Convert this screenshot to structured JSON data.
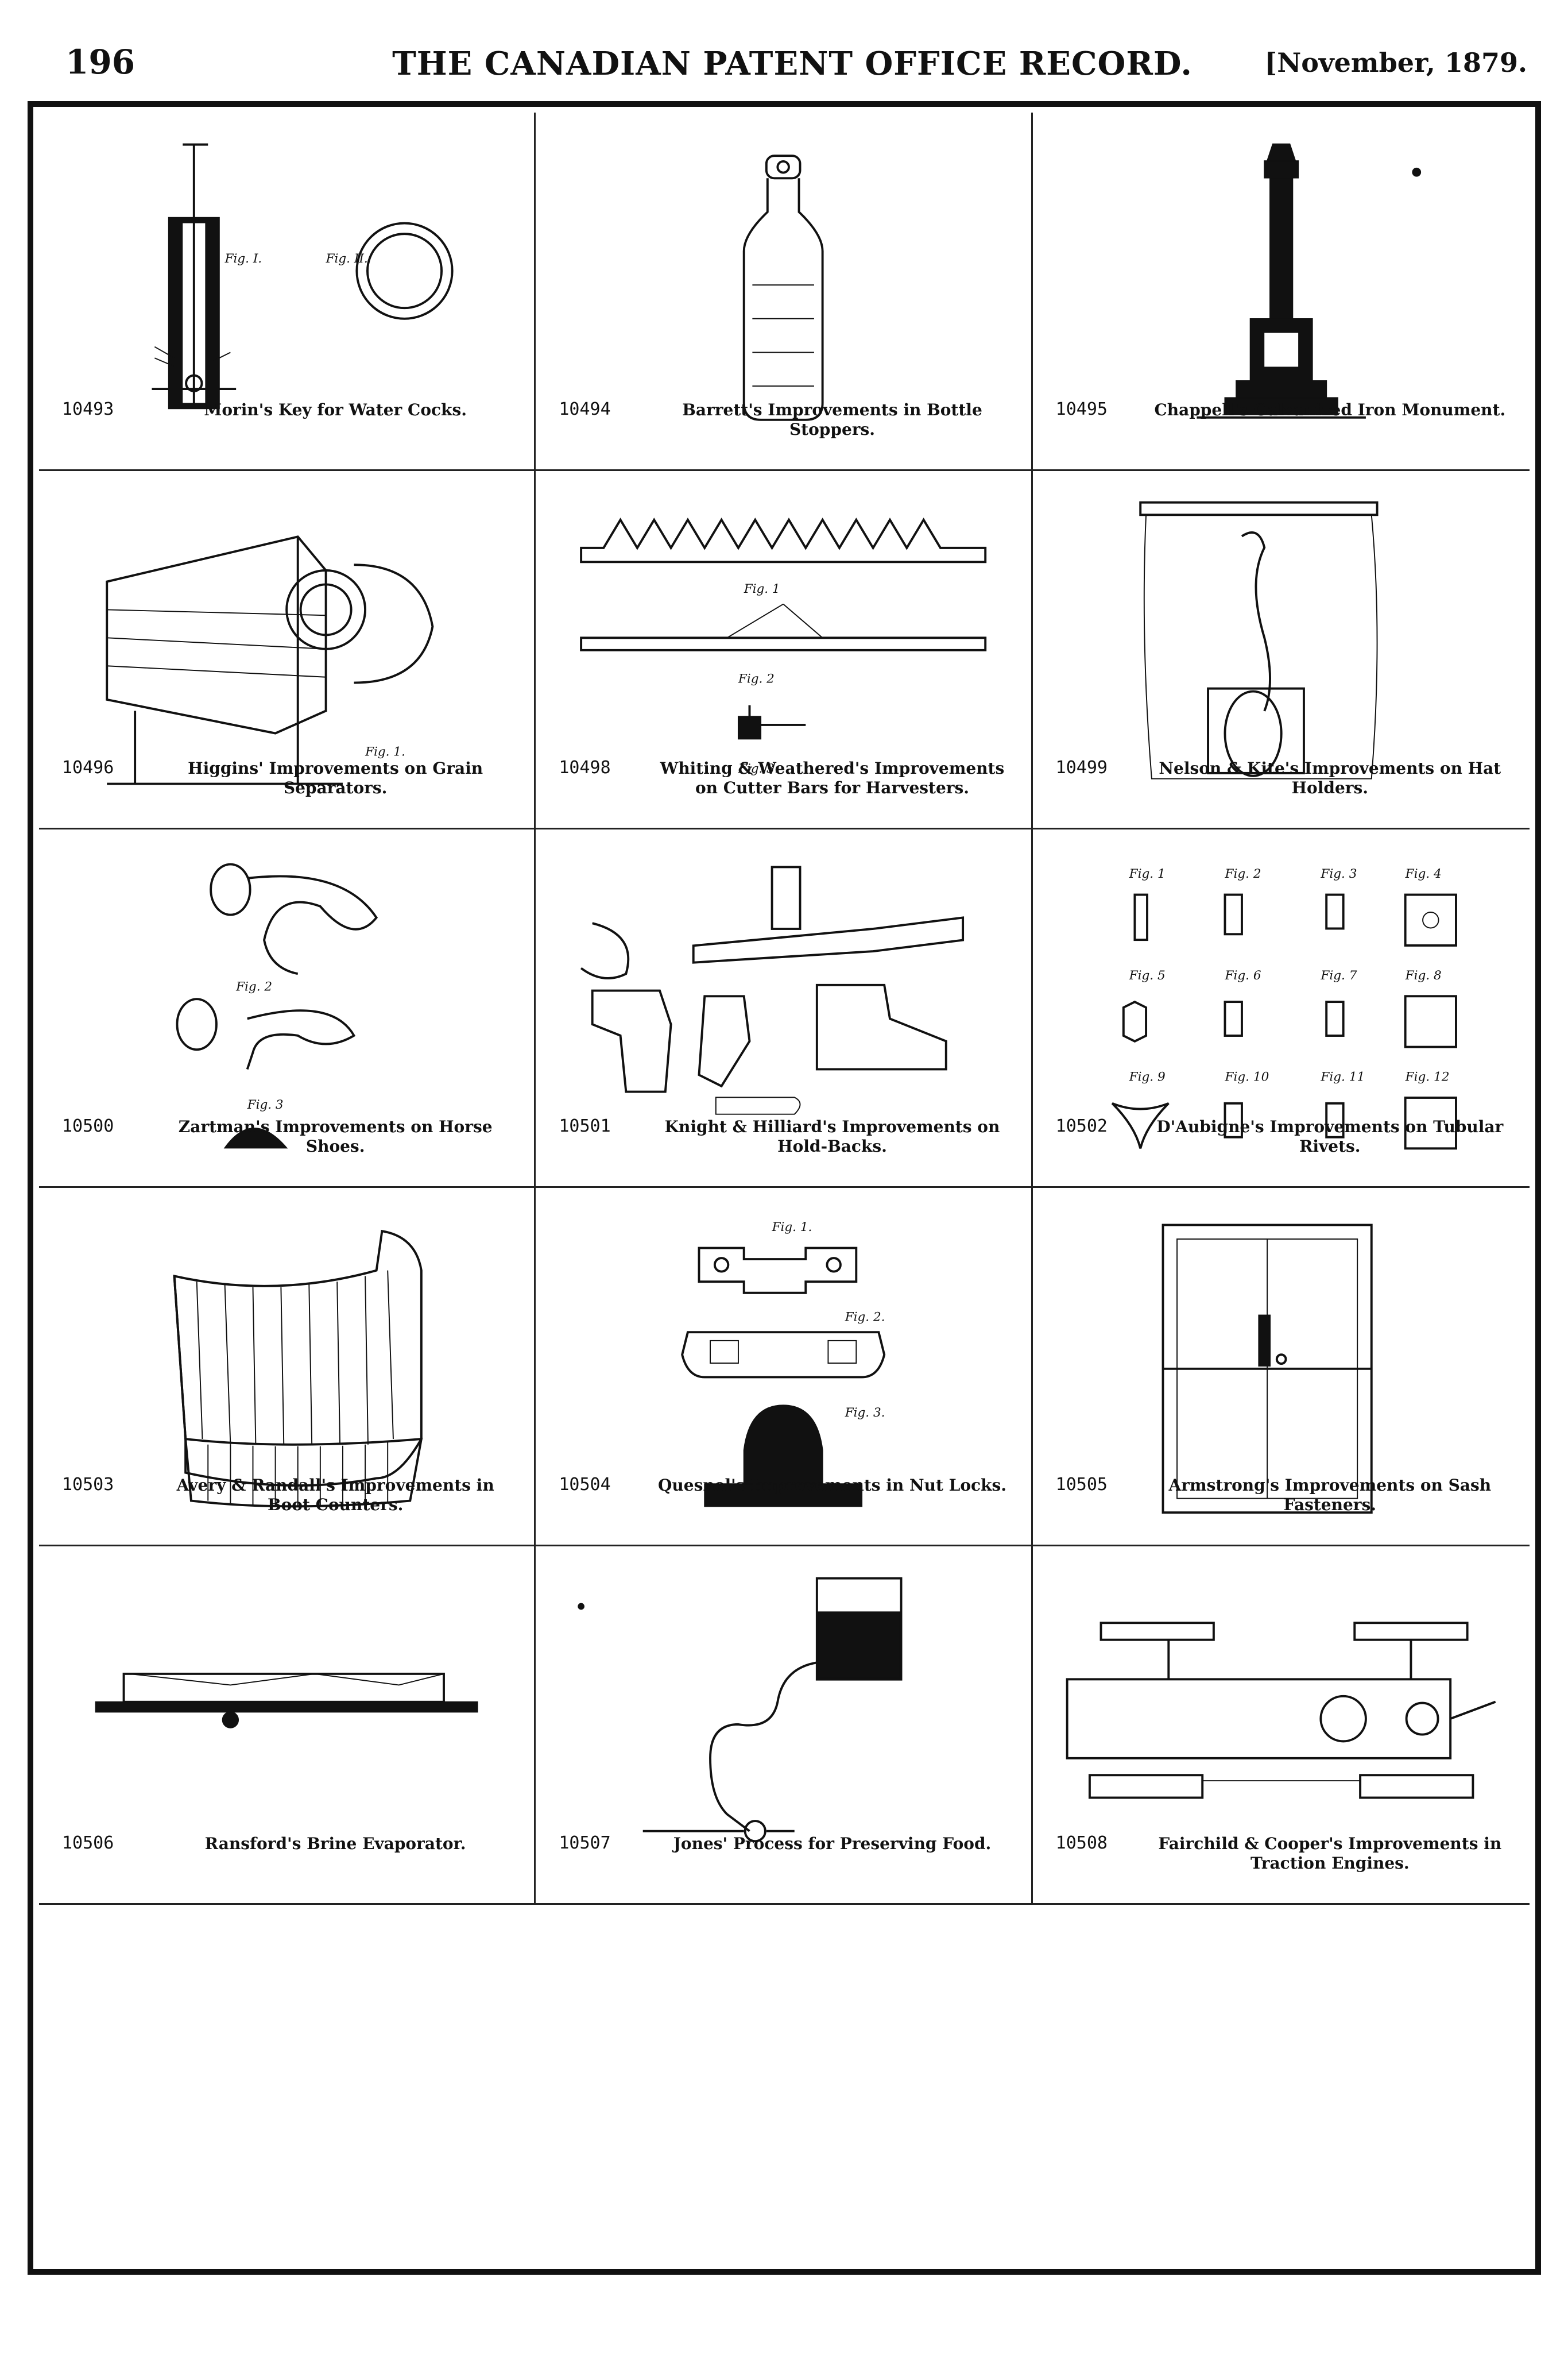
{
  "header": {
    "page_number": "196",
    "title": "THE CANADIAN PATENT OFFICE RECORD.",
    "date": "[November, 1879."
  },
  "patents": [
    {
      "number": "10493",
      "title": "Morin's Key for Water Cocks.",
      "figure_labels": [
        "Fig. I.",
        "Fig. II."
      ]
    },
    {
      "number": "10494",
      "title": "Barrett's Improvements in Bottle Stoppers.",
      "figure_labels": []
    },
    {
      "number": "10495",
      "title": "Chappell's Galvanized Iron Monument.",
      "figure_labels": []
    },
    {
      "number": "10496",
      "title": "Higgins' Improvements on Grain Separators.",
      "figure_labels": [
        "Fig. 1."
      ]
    },
    {
      "number": "10498",
      "title": "Whiting & Weathered's Improvements on Cutter Bars for Harvesters.",
      "figure_labels": [
        "Fig. 1",
        "Fig. 2",
        "Fig. 3."
      ]
    },
    {
      "number": "10499",
      "title": "Nelson & Kite's Improvements on Hat Holders.",
      "figure_labels": []
    },
    {
      "number": "10500",
      "title": "Zartman's Improvements on Horse Shoes.",
      "figure_labels": [
        "Fig. 2",
        "Fig. 3"
      ]
    },
    {
      "number": "10501",
      "title": "Knight & Hilliard's Improvements on Hold-Backs.",
      "figure_labels": []
    },
    {
      "number": "10502",
      "title": "D'Aubigne's Improvements on Tubular Rivets.",
      "figure_labels": [
        "Fig. 1",
        "Fig. 2",
        "Fig. 3",
        "Fig. 4",
        "Fig. 5",
        "Fig. 6",
        "Fig. 7",
        "Fig. 8",
        "Fig. 9",
        "Fig. 10",
        "Fig. 11",
        "Fig. 12"
      ]
    },
    {
      "number": "10503",
      "title": "Avery & Randall's Improvements in Boot Counters.",
      "figure_labels": []
    },
    {
      "number": "10504",
      "title": "Quesnel's Improvements in Nut Locks.",
      "figure_labels": [
        "Fig. 1.",
        "Fig. 2.",
        "Fig. 3."
      ]
    },
    {
      "number": "10505",
      "title": "Armstrong's Improvements on Sash Fasteners.",
      "figure_labels": []
    },
    {
      "number": "10506",
      "title": "Ransford's Brine Evaporator.",
      "figure_labels": []
    },
    {
      "number": "10507",
      "title": "Jones' Process for Preserving Food.",
      "figure_labels": []
    },
    {
      "number": "10508",
      "title": "Fairchild & Cooper's Improvements in Traction Engines.",
      "figure_labels": []
    }
  ]
}
